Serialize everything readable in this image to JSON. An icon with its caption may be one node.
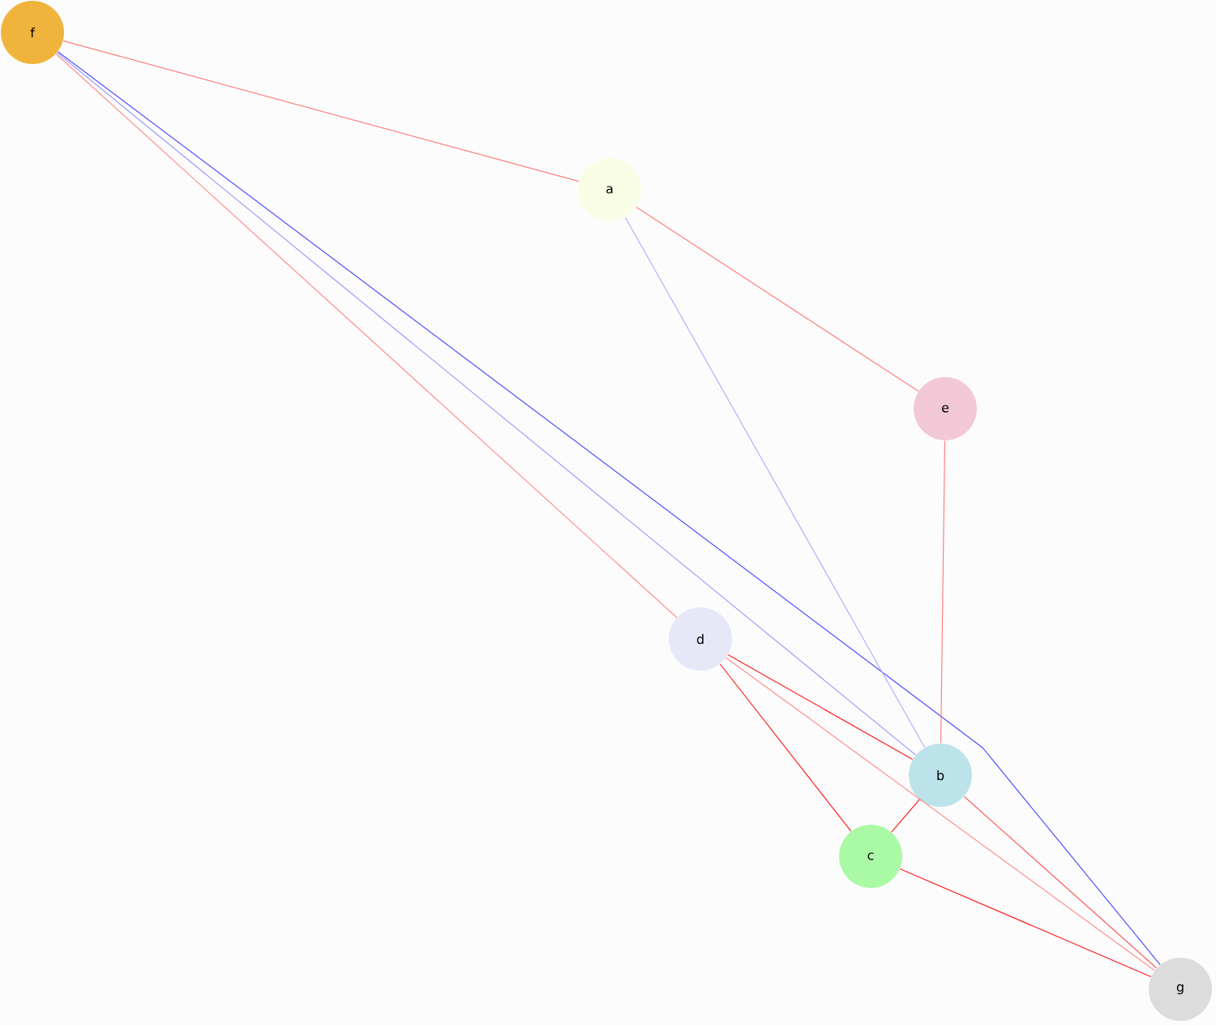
{
  "diagram": {
    "nodes": [
      {
        "text": [
          "f"
        ]
      },
      {
        "text": [
          "a"
        ]
      },
      {
        "text": [
          "e"
        ]
      },
      {
        "text": [
          "d"
        ]
      },
      {
        "text": [
          "b"
        ]
      },
      {
        "text": [
          "c"
        ]
      },
      {
        "text": [
          "g"
        ]
      }
    ],
    "edges": [
      {
        "from": 0,
        "to": 1,
        "arrow": "none",
        "color": "#ff8080"
      },
      {
        "from": 0,
        "to": 4,
        "arrow": "none",
        "color": "#a0a0ff"
      },
      {
        "from": 0,
        "to": 6,
        "arrow": "none",
        "color": "#5050ff"
      },
      {
        "from": 0,
        "to": 3,
        "arrow": "none",
        "color": "#ff9090"
      },
      {
        "from": 1,
        "to": 2,
        "arrow": "none",
        "color": "#ff8080"
      },
      {
        "from": 1,
        "to": 4,
        "arrow": "none",
        "color": "#b0b0ff"
      },
      {
        "from": 2,
        "to": 4,
        "arrow": "none",
        "color": "#ff8080"
      },
      {
        "from": 3,
        "to": 4,
        "arrow": "none",
        "color": "#ff2020"
      },
      {
        "from": 3,
        "to": 5,
        "arrow": "none",
        "color": "#ff2020"
      },
      {
        "from": 3,
        "to": 6,
        "arrow": "none",
        "color": "#ff9090"
      },
      {
        "from": 4,
        "to": 5,
        "arrow": "none",
        "color": "#ff2020"
      },
      {
        "from": 4,
        "to": 6,
        "arrow": "none",
        "color": "#ff6060"
      },
      {
        "from": 5,
        "to": 6,
        "arrow": "none",
        "color": "#ff2020"
      }
    ]
  }
}
